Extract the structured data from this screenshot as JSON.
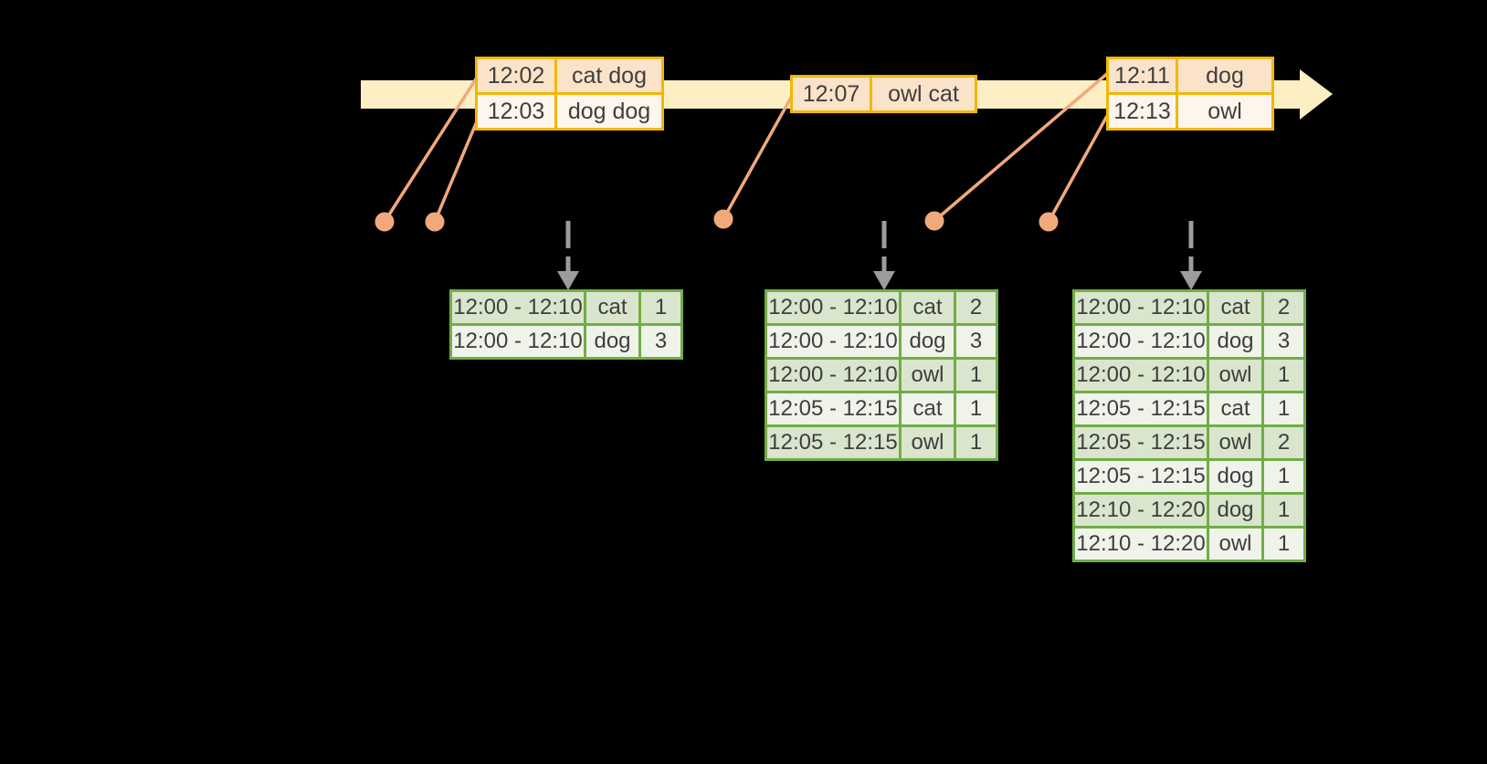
{
  "diagram": {
    "kind": "streaming-windowed-word-count",
    "colors": {
      "background": "#000000",
      "timeline_band": "#FBEFC3",
      "event_table_border": "#F2B705",
      "event_row_dark": "#FBE3C9",
      "event_row_light": "#FEF6EC",
      "record_dot": "#F1A97B",
      "result_table_border": "#71AD47",
      "result_row_dark": "#D9E5CC",
      "result_row_light": "#EFF3EA",
      "trigger_arrow": "#9C9C9C",
      "text": "#3E3E3E"
    }
  },
  "event_tables": [
    {
      "rows": [
        {
          "time": "12:02",
          "words": "cat dog"
        },
        {
          "time": "12:03",
          "words": "dog dog"
        }
      ]
    },
    {
      "rows": [
        {
          "time": "12:07",
          "words": "owl cat"
        }
      ]
    },
    {
      "rows": [
        {
          "time": "12:11",
          "words": "dog"
        },
        {
          "time": "12:13",
          "words": "owl"
        }
      ]
    }
  ],
  "result_tables": [
    {
      "rows": [
        {
          "window": "12:00 - 12:10",
          "word": "cat",
          "count": "1"
        },
        {
          "window": "12:00 - 12:10",
          "word": "dog",
          "count": "3"
        }
      ]
    },
    {
      "rows": [
        {
          "window": "12:00 - 12:10",
          "word": "cat",
          "count": "2"
        },
        {
          "window": "12:00 - 12:10",
          "word": "dog",
          "count": "3"
        },
        {
          "window": "12:00 - 12:10",
          "word": "owl",
          "count": "1"
        },
        {
          "window": "12:05 - 12:15",
          "word": "cat",
          "count": "1"
        },
        {
          "window": "12:05 - 12:15",
          "word": "owl",
          "count": "1"
        }
      ]
    },
    {
      "rows": [
        {
          "window": "12:00 - 12:10",
          "word": "cat",
          "count": "2"
        },
        {
          "window": "12:00 - 12:10",
          "word": "dog",
          "count": "3"
        },
        {
          "window": "12:00 - 12:10",
          "word": "owl",
          "count": "1"
        },
        {
          "window": "12:05 - 12:15",
          "word": "cat",
          "count": "1"
        },
        {
          "window": "12:05 - 12:15",
          "word": "owl",
          "count": "2"
        },
        {
          "window": "12:05 - 12:15",
          "word": "dog",
          "count": "1"
        },
        {
          "window": "12:10 - 12:20",
          "word": "dog",
          "count": "1"
        },
        {
          "window": "12:10 - 12:20",
          "word": "owl",
          "count": "1"
        }
      ]
    }
  ]
}
